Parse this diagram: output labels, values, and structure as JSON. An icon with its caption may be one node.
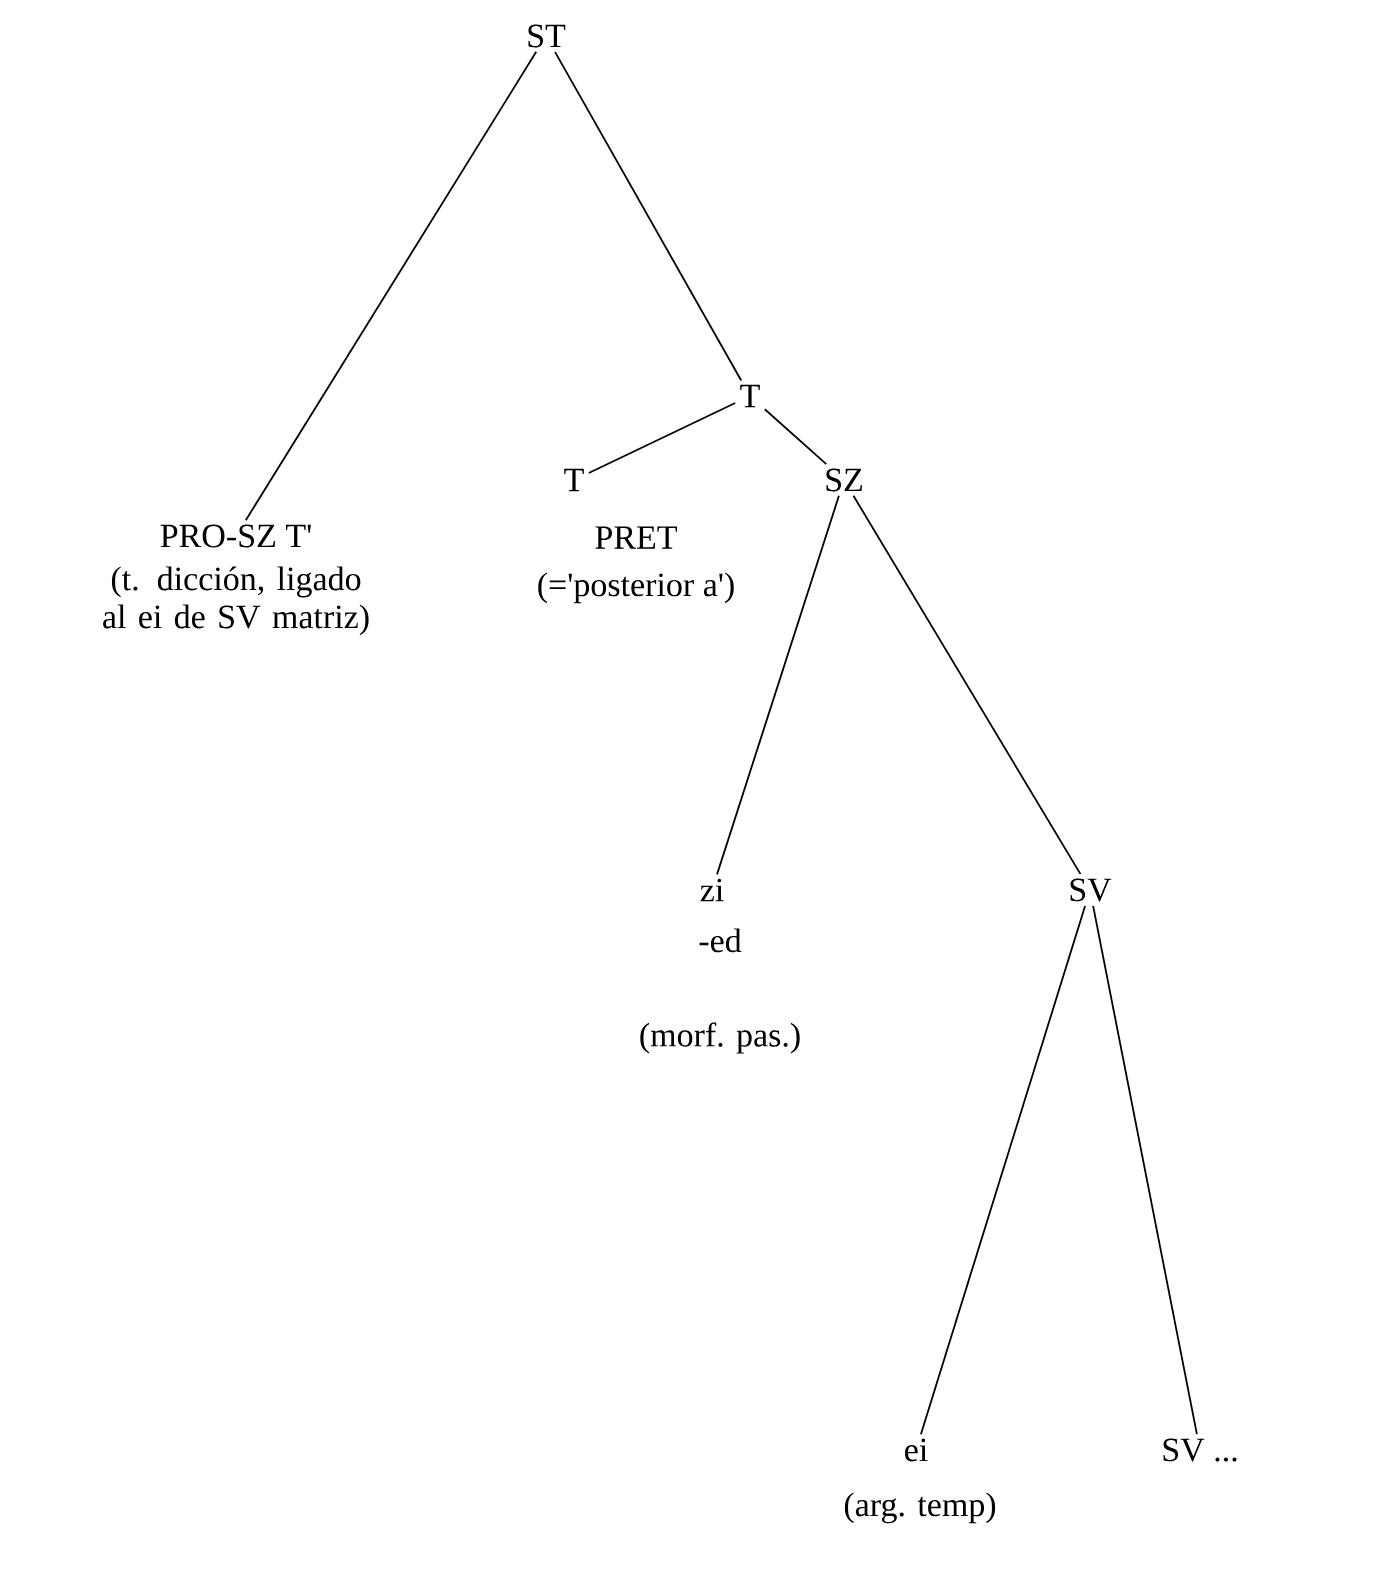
{
  "diagram": {
    "nodes": [
      {
        "text": [
          "ST"
        ]
      },
      {
        "text": [
          "PRO-SZ T'"
        ],
        "beside": [
          "(t. dicción, ligado al ei de SV matriz)"
        ]
      },
      {
        "text": [
          "T"
        ]
      },
      {
        "text": [
          "T"
        ],
        "beside": [
          "PRET",
          "(='posterior a')"
        ]
      },
      {
        "text": [
          "SZ"
        ]
      },
      {
        "text": [
          "zi"
        ],
        "beside": [
          "-ed",
          "(morf. pas.)"
        ]
      },
      {
        "text": [
          "SV"
        ]
      },
      {
        "text": [
          "ei"
        ],
        "beside": [
          "(arg. temp)"
        ]
      },
      {
        "text": [
          "SV ..."
        ]
      }
    ],
    "edges": [
      {
        "from": 0,
        "to": 1,
        "arrow": "none"
      },
      {
        "from": 0,
        "to": 2,
        "arrow": "none"
      },
      {
        "from": 2,
        "to": 3,
        "arrow": "none"
      },
      {
        "from": 2,
        "to": 4,
        "arrow": "none"
      },
      {
        "from": 4,
        "to": 5,
        "arrow": "none"
      },
      {
        "from": 4,
        "to": 6,
        "arrow": "none"
      },
      {
        "from": 6,
        "to": 7,
        "arrow": "none"
      },
      {
        "from": 6,
        "to": 8,
        "arrow": "none"
      }
    ]
  }
}
